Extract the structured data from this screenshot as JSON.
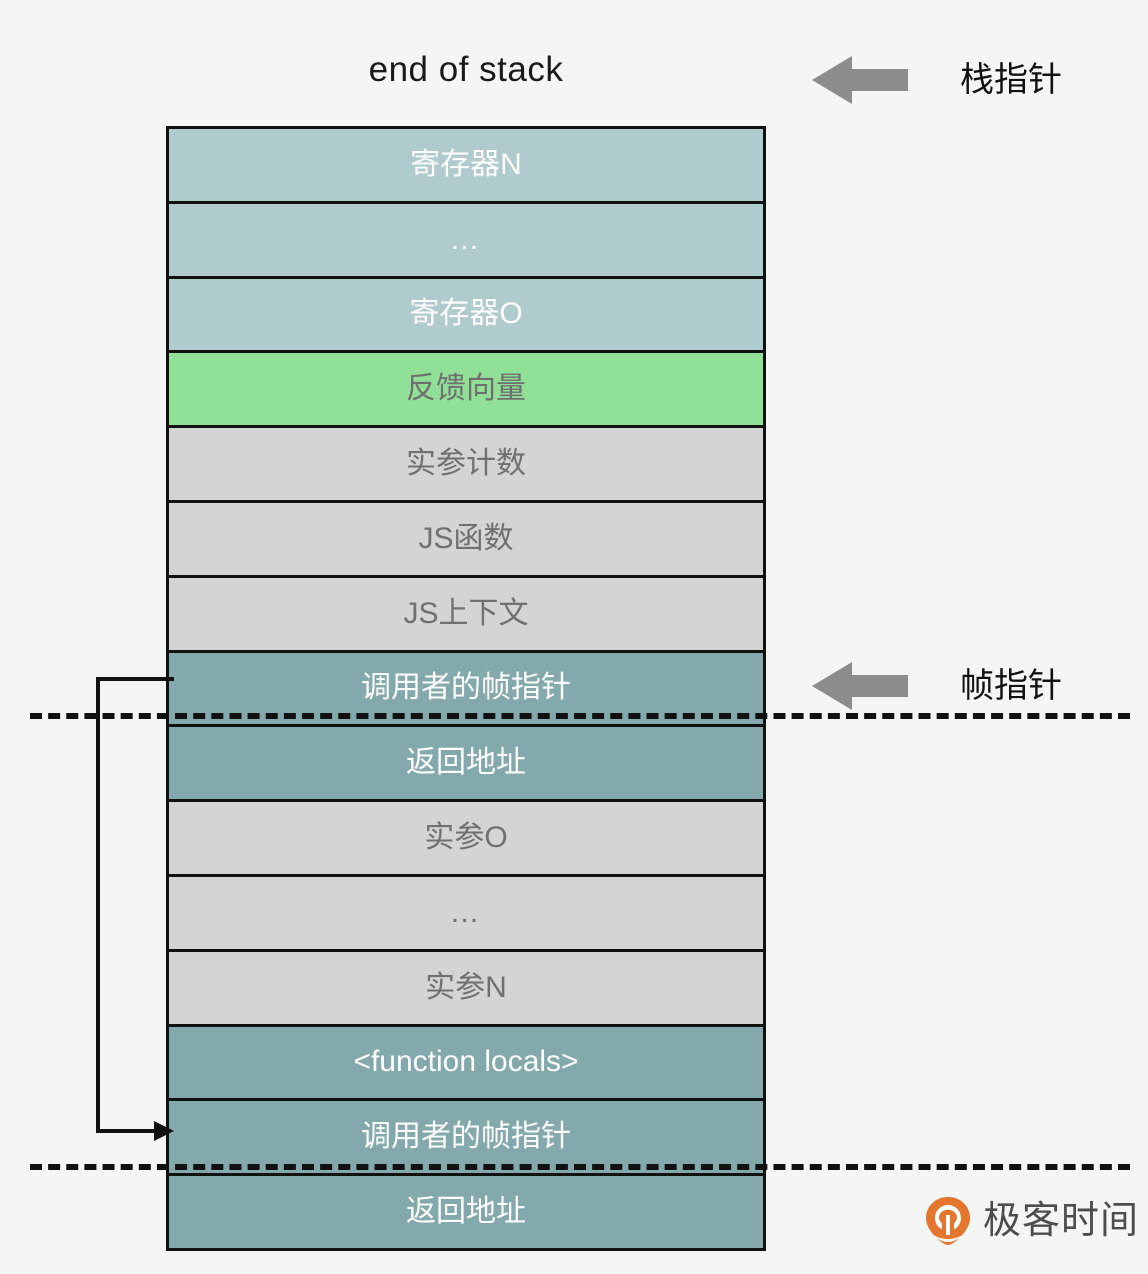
{
  "diagram": {
    "title": "end of stack",
    "background_color": "#f4f6f5",
    "box_border_color": "#111111",
    "colors": {
      "light_teal": "#afcbcd",
      "green": "#91e097",
      "gray": "#d4d4d4",
      "dark_teal": "#83a9ac",
      "arrow_gray": "#8c8c8c",
      "brand_orange": "#e4762e"
    },
    "rows": [
      {
        "label": "寄存器N",
        "fill": "light_teal"
      },
      {
        "label": "…",
        "fill": "light_teal"
      },
      {
        "label": "寄存器O",
        "fill": "light_teal"
      },
      {
        "label": "反馈向量",
        "fill": "green"
      },
      {
        "label": "实参计数",
        "fill": "gray"
      },
      {
        "label": "JS函数",
        "fill": "gray"
      },
      {
        "label": "JS上下文",
        "fill": "gray"
      },
      {
        "label": "调用者的帧指针",
        "fill": "dark_teal"
      },
      {
        "label": "返回地址",
        "fill": "dark_teal"
      },
      {
        "label": "实参O",
        "fill": "gray"
      },
      {
        "label": "…",
        "fill": "gray"
      },
      {
        "label": "实参N",
        "fill": "gray"
      },
      {
        "label": "<function locals>",
        "fill": "dark_teal"
      },
      {
        "label": "调用者的帧指针",
        "fill": "dark_teal"
      },
      {
        "label": "返回地址",
        "fill": "dark_teal"
      }
    ],
    "pointers": [
      {
        "label": "栈指针",
        "target_row": "寄存器N"
      },
      {
        "label": "帧指针",
        "target_row": "调用者的帧指针"
      }
    ],
    "brand": {
      "name": "极客时间"
    }
  }
}
